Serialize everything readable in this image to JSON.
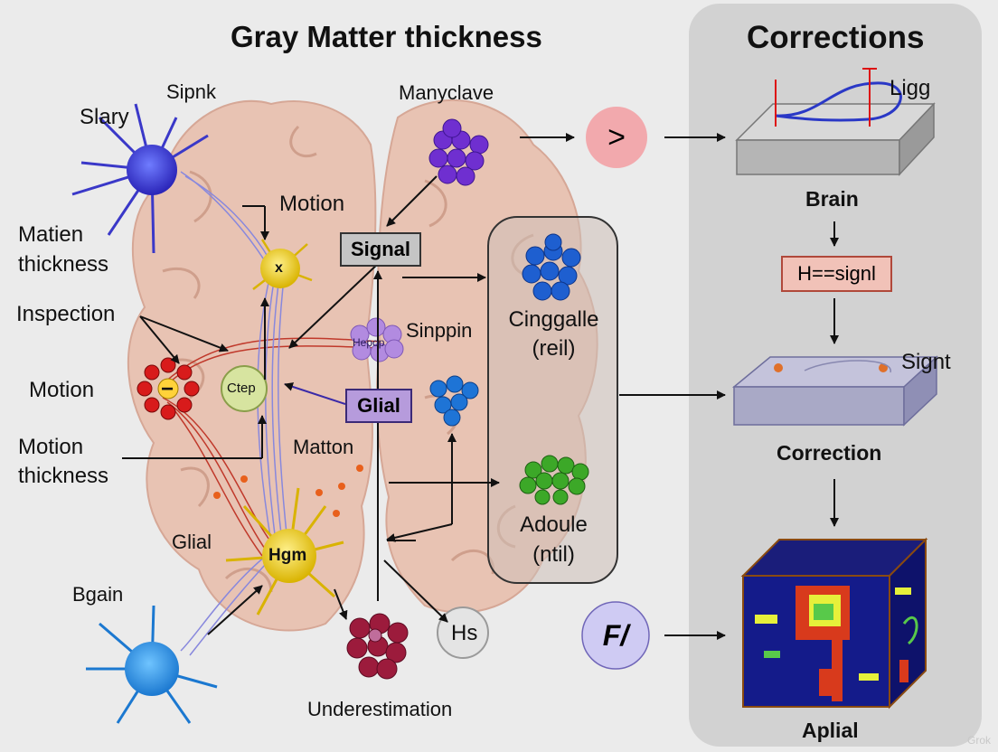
{
  "title": "Gray Matter thickness",
  "side_title": "Corrections",
  "left_labels": {
    "slary": "Slary",
    "sipnk": "Sipnk",
    "matien": "Matien",
    "thickness1": "thickness",
    "inspection": "Inspection",
    "motion_left": "Motion",
    "motion2": "Motion",
    "thickness2": "thickness",
    "glial_left": "Glial",
    "bgain": "Bgain"
  },
  "center_labels": {
    "manyclave": "Manyclave",
    "motion_top": "Motion",
    "signal": "Signal",
    "hepop": "Hepop",
    "sinppin": "Sinppin",
    "ctep": "Ctep",
    "glial_box": "Glial",
    "matton": "Matton",
    "hgm": "Hgm",
    "hs": "Hs",
    "underestimation": "Underestimation",
    "x_mark": "x",
    "minus_mark": "−"
  },
  "panel_labels": {
    "cinggalle": "Cinggalle",
    "reil": "(reil)",
    "adoule": "Adoule",
    "ntil": "(ntil)"
  },
  "circles": {
    "pink": ">",
    "purple": "F/"
  },
  "corrections": {
    "ligg": "Ligg",
    "brain": "Brain",
    "hsignl": "H==signl",
    "signt": "Signt",
    "correction": "Correction",
    "aplial": "Aplial"
  },
  "watermark": "Grok",
  "colors": {
    "side_panel": "#d2d2d2",
    "brain": "#e8c3b3",
    "pink_circle": "#f2a9ad",
    "purple_circle": "#cfcbf3",
    "signal_box": "#c5c5c5",
    "glial_box": "#b69bdc",
    "hsignl_box": "#f1c2b8",
    "platform": "#a9a9c6"
  }
}
